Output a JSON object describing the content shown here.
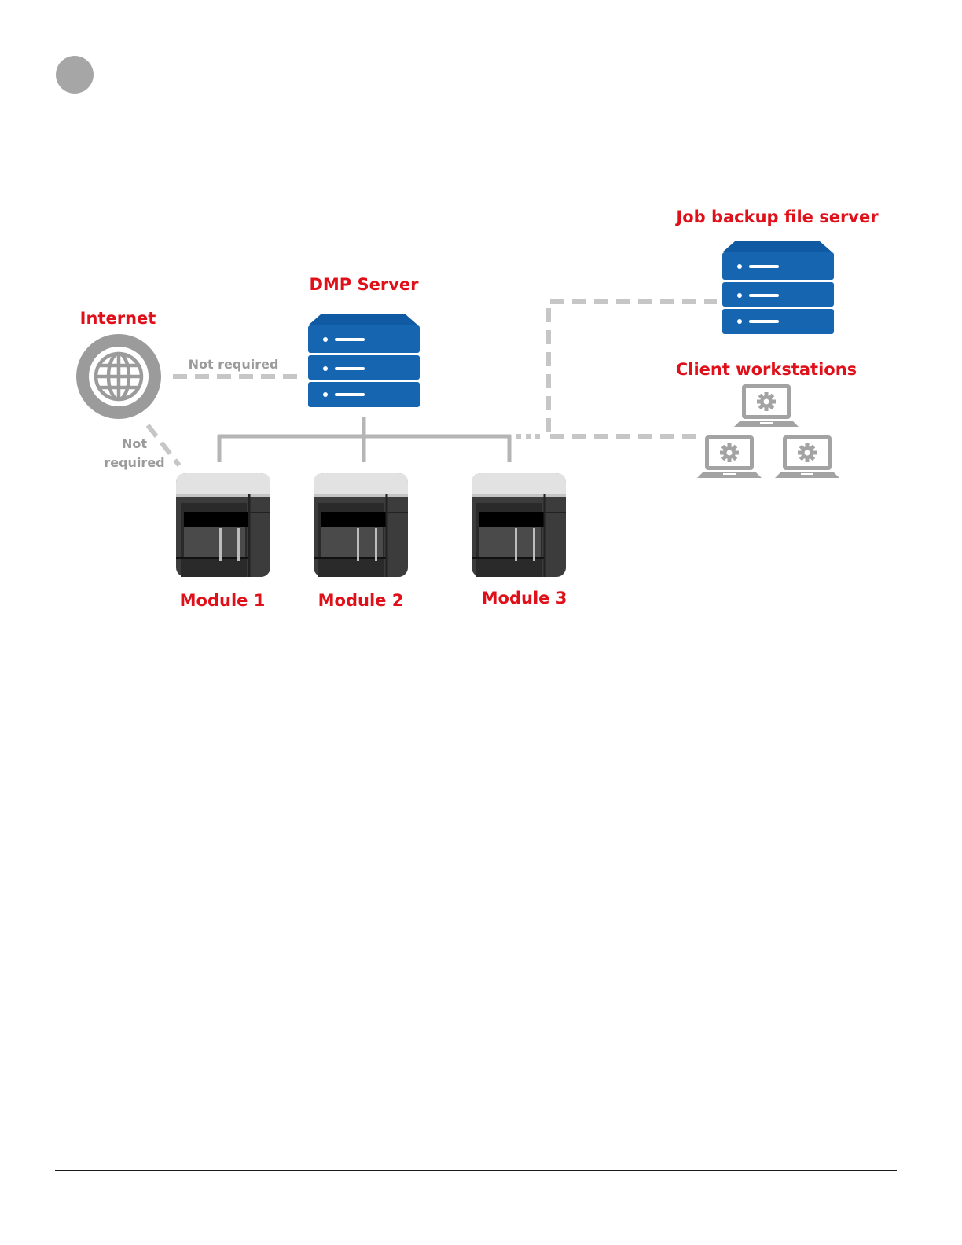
{
  "diagram": {
    "internet": {
      "label": "Internet",
      "icon": "globe-icon"
    },
    "dmp_server": {
      "label": "DMP Server",
      "icon": "server-stack-icon"
    },
    "job_backup_server": {
      "label": "Job backup file server",
      "icon": "server-stack-icon"
    },
    "client_workstations": {
      "label": "Client workstations",
      "icon": "laptop-gear-icon",
      "count": 3
    },
    "modules": [
      {
        "label": "Module 1",
        "icon": "module-unit-icon"
      },
      {
        "label": "Module 2",
        "icon": "module-unit-icon"
      },
      {
        "label": "Module 3",
        "icon": "module-unit-icon"
      }
    ],
    "connections": {
      "internet_to_dmp_label": "Not required",
      "internet_to_modules_label_line1": "Not",
      "internet_to_modules_label_line2": "required"
    }
  },
  "colors": {
    "label_red": "#e0101a",
    "server_blue": "#1565b0",
    "connector_grey": "#b5b5b5",
    "module_dark": "#3c3c3c",
    "page_marker_grey": "#a6a6a6"
  }
}
